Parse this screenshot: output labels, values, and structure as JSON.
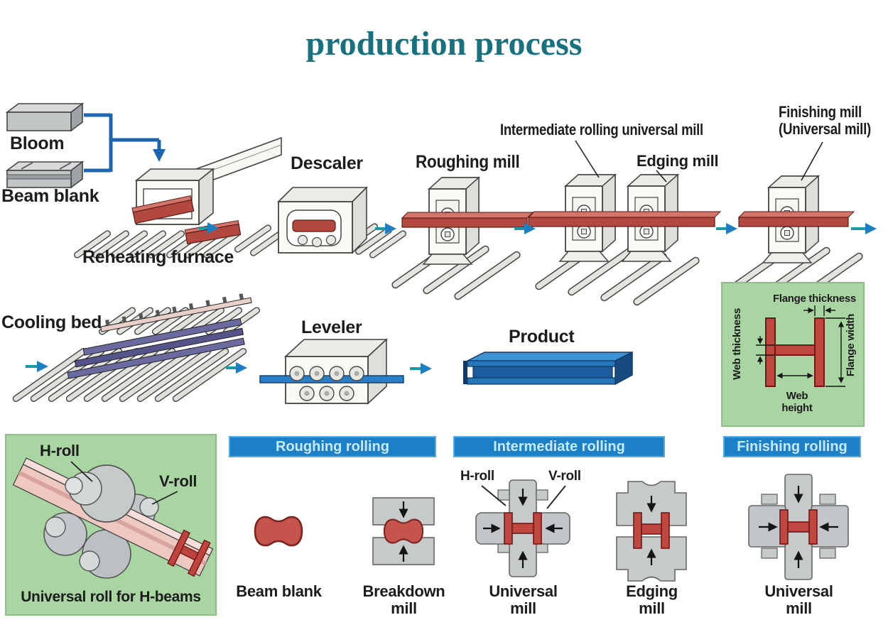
{
  "title": "production process",
  "colors": {
    "title_teal": "#17717f",
    "header_blue": "#1b80c8",
    "panel_green": "#a9d5a2",
    "steel_red": "#b2483f",
    "flow_arrow_teal": "#1a9aa6",
    "product_blue": "#2a7fc8"
  },
  "flow_top": {
    "bloom_label": "Bloom",
    "beam_blank_label": "Beam blank",
    "reheating_furnace_label": "Reheating furnace",
    "descaler_label": "Descaler",
    "roughing_mill_label": "Roughing mill",
    "intermediate_mill_label": "Intermediate rolling universal mill",
    "edging_mill_label": "Edging mill",
    "finishing_mill_label": "Finishing mill\n(Universal mill)"
  },
  "flow_middle": {
    "cooling_bed_label": "Cooling bed",
    "leveler_label": "Leveler",
    "product_label": "Product"
  },
  "section_panel": {
    "flange_thickness_label": "Flange thickness",
    "web_thickness_label": "Web thickness",
    "flange_width_label": "Flange width",
    "web_height_label": "Web\nheight"
  },
  "roll_panel": {
    "h_roll_label": "H-roll",
    "v_roll_label": "V-roll",
    "caption": "Universal roll for H-beams"
  },
  "stages": {
    "headers": [
      {
        "label": "Roughing rolling"
      },
      {
        "label": "Intermediate rolling"
      },
      {
        "label": "Finishing rolling"
      }
    ],
    "beam_blank_label": "Beam blank",
    "breakdown_mill_label": "Breakdown\nmill",
    "h_roll_label": "H-roll",
    "v_roll_label": "V-roll",
    "universal_mill_label": "Universal\nmill",
    "edging_mill_label": "Edging\nmill",
    "universal_mill2_label": "Universal\nmill"
  }
}
